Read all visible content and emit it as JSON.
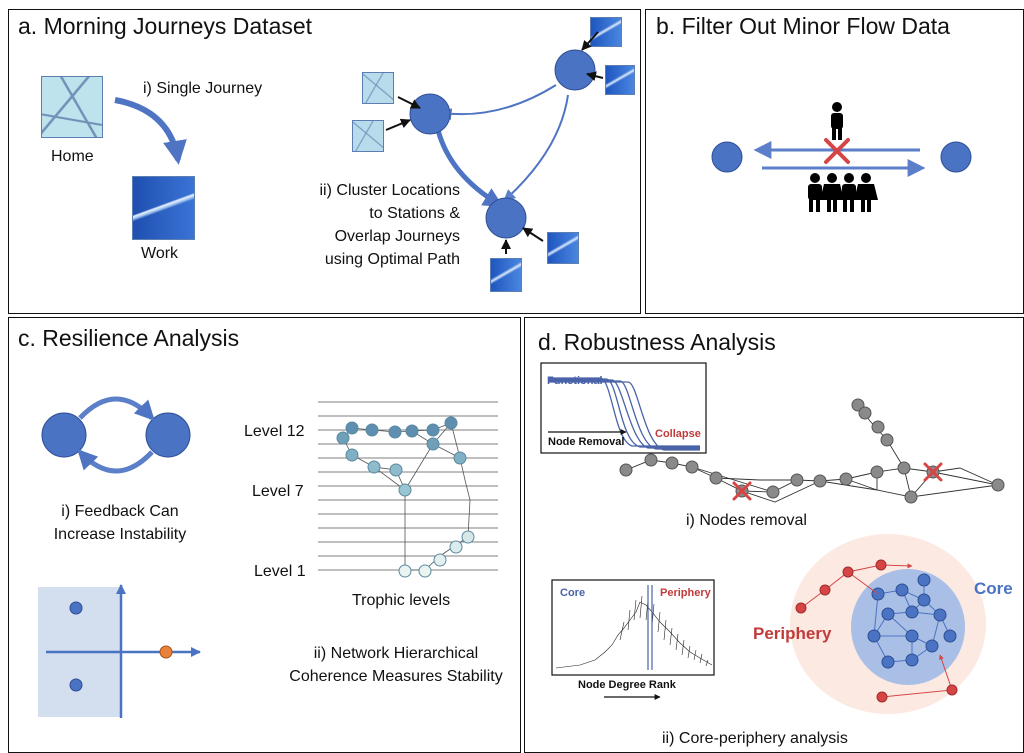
{
  "panel_a": {
    "title": "a. Morning Journeys Dataset",
    "single_journey": "i) Single Journey",
    "home": "Home",
    "work": "Work",
    "cluster_text": [
      "ii) Cluster Locations",
      "to Stations &",
      "Overlap Journeys",
      "using Optimal Path"
    ]
  },
  "panel_b": {
    "title": "b. Filter Out Minor Flow Data"
  },
  "panel_c": {
    "title": "c. Resilience Analysis",
    "feedback_text": [
      "i) Feedback Can",
      "Increase Instability"
    ],
    "level_labels": [
      "Level 12",
      "Level 7",
      "Level 1"
    ],
    "trophic_caption": "Trophic levels",
    "coherence_text": [
      "ii) Network Hierarchical",
      "Coherence Measures Stability"
    ]
  },
  "panel_d": {
    "title": "d. Robustness Analysis",
    "inset_functional": "Functional",
    "inset_collapse": "Collapse",
    "inset_node_removal": "Node Removal",
    "nodes_removal_caption": "i) Nodes removal",
    "inset_core": "Core",
    "inset_periphery": "Periphery",
    "inset_xlabel": "Node Degree Rank",
    "core_label": "Core",
    "periphery_label": "Periphery",
    "core_periphery_caption": "ii) Core-periphery analysis"
  },
  "colors": {
    "node_blue": "#4a73c4",
    "arrow_blue": "#5b7fc9",
    "remove_red": "#d64545",
    "grey_node": "#8a8a8a",
    "teal_node": "#7aaec2",
    "core_fill": "#a9bfe6",
    "periphery_fill": "#fbe9e2",
    "orange_node": "#e8823a",
    "shade": "#d3deef"
  },
  "icons": [
    "person-icon",
    "crowd-icon",
    "cross-icon"
  ]
}
